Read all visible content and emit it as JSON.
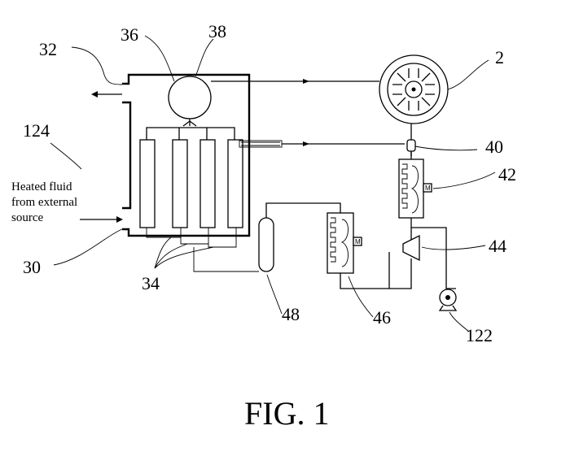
{
  "labels": {
    "l32": "32",
    "l36": "36",
    "l38": "38",
    "l2": "2",
    "l124": "124",
    "l40": "40",
    "l42": "42",
    "l44": "44",
    "l30": "30",
    "l34": "34",
    "l48": "48",
    "l46": "46",
    "l122": "122"
  },
  "caption": {
    "line1": "Heated fluid",
    "line2": "from external",
    "line3": "source"
  },
  "motor_mark": "M",
  "figure_title": "FIG. 1"
}
